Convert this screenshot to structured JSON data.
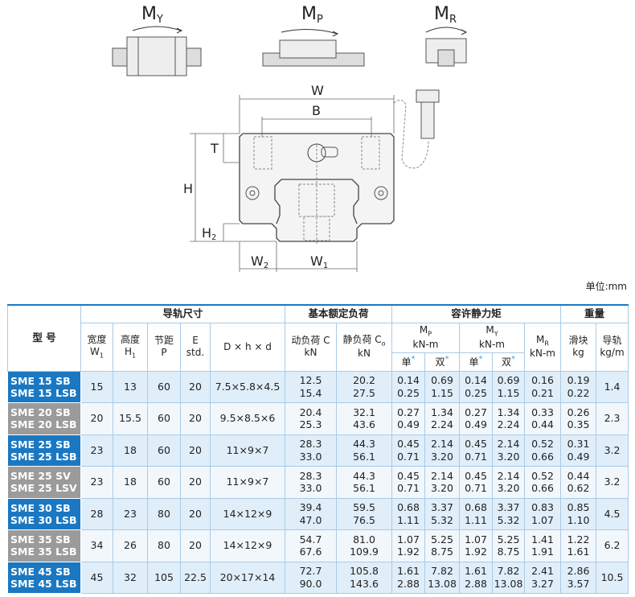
{
  "diagram": {
    "my": "M",
    "my_sub": "Y",
    "mp": "M",
    "mp_sub": "P",
    "mr": "M",
    "mr_sub": "R",
    "W": "W",
    "B": "B",
    "T": "T",
    "H": "H",
    "H2": "H",
    "H2_sub": "2",
    "W2": "W",
    "W2_sub": "2",
    "W1": "W",
    "W1_sub": "1"
  },
  "unit": "单位:mm",
  "header": {
    "model": "型 号",
    "rail_dims": "导轨尺寸",
    "basic_load": "基本额定负荷",
    "static_moment": "容许静力矩",
    "weight": "重量",
    "w1": "宽度",
    "w1_sym": "W",
    "w1_sub": "1",
    "h1": "高度",
    "h1_sym": "H",
    "h1_sub": "1",
    "pitch": "节距",
    "pitch_sym": "P",
    "e": "E",
    "e_std": "std.",
    "dhd": "D × h × d",
    "c": "动负荷 C",
    "c_unit": "kN",
    "c0": "静负荷 C",
    "c0_sub": "o",
    "c0_unit": "kN",
    "mp": "M",
    "mp_sub": "P",
    "mp_unit": "kN-m",
    "my": "M",
    "my_sub": "Y",
    "my_unit": "kN-m",
    "mr": "M",
    "mr_sub": "R",
    "mr_unit": "kN-m",
    "single": "单",
    "double": "双",
    "star": "*",
    "slider": "滑块",
    "slider_unit": "kg",
    "rail": "导轨",
    "rail_unit": "kg/m"
  },
  "rows": [
    {
      "style": "blue",
      "models": [
        "SME 15 SB",
        "SME 15 LSB"
      ],
      "w1": "15",
      "h1": "13",
      "p": "60",
      "e": "20",
      "dhd": "7.5×5.8×4.5",
      "c": [
        "12.5",
        "15.4"
      ],
      "c0": [
        "20.2",
        "27.5"
      ],
      "mp1": [
        "0.14",
        "0.25"
      ],
      "mp2": [
        "0.69",
        "1.15"
      ],
      "my1": [
        "0.14",
        "0.25"
      ],
      "my2": [
        "0.69",
        "1.15"
      ],
      "mr": [
        "0.16",
        "0.21"
      ],
      "block": [
        "0.19",
        "0.22"
      ],
      "rail": "1.4"
    },
    {
      "style": "gray",
      "models": [
        "SME 20 SB",
        "SME 20 LSB"
      ],
      "w1": "20",
      "h1": "15.5",
      "p": "60",
      "e": "20",
      "dhd": "9.5×8.5×6",
      "c": [
        "20.4",
        "25.3"
      ],
      "c0": [
        "32.1",
        "43.6"
      ],
      "mp1": [
        "0.27",
        "0.49"
      ],
      "mp2": [
        "1.34",
        "2.24"
      ],
      "my1": [
        "0.27",
        "0.49"
      ],
      "my2": [
        "1.34",
        "2.24"
      ],
      "mr": [
        "0.33",
        "0.44"
      ],
      "block": [
        "0.26",
        "0.35"
      ],
      "rail": "2.3"
    },
    {
      "style": "blue",
      "models": [
        "SME 25 SB",
        "SME 25 LSB"
      ],
      "w1": "23",
      "h1": "18",
      "p": "60",
      "e": "20",
      "dhd": "11×9×7",
      "c": [
        "28.3",
        "33.0"
      ],
      "c0": [
        "44.3",
        "56.1"
      ],
      "mp1": [
        "0.45",
        "0.71"
      ],
      "mp2": [
        "2.14",
        "3.20"
      ],
      "my1": [
        "0.45",
        "0.71"
      ],
      "my2": [
        "2.14",
        "3.20"
      ],
      "mr": [
        "0.52",
        "0.66"
      ],
      "block": [
        "0.31",
        "0.49"
      ],
      "rail": "3.2"
    },
    {
      "style": "gray",
      "models": [
        "SME 25 SV",
        "SME 25 LSV"
      ],
      "w1": "23",
      "h1": "18",
      "p": "60",
      "e": "20",
      "dhd": "11×9×7",
      "c": [
        "28.3",
        "33.0"
      ],
      "c0": [
        "44.3",
        "56.1"
      ],
      "mp1": [
        "0.45",
        "0.71"
      ],
      "mp2": [
        "2.14",
        "3.20"
      ],
      "my1": [
        "0.45",
        "0.71"
      ],
      "my2": [
        "2.14",
        "3.20"
      ],
      "mr": [
        "0.52",
        "0.66"
      ],
      "block": [
        "0.44",
        "0.62"
      ],
      "rail": "3.2"
    },
    {
      "style": "blue",
      "models": [
        "SME 30 SB",
        "SME 30 LSB"
      ],
      "w1": "28",
      "h1": "23",
      "p": "80",
      "e": "20",
      "dhd": "14×12×9",
      "c": [
        "39.4",
        "47.0"
      ],
      "c0": [
        "59.5",
        "76.5"
      ],
      "mp1": [
        "0.68",
        "1.11"
      ],
      "mp2": [
        "3.37",
        "5.32"
      ],
      "my1": [
        "0.68",
        "1.11"
      ],
      "my2": [
        "3.37",
        "5.32"
      ],
      "mr": [
        "0.83",
        "1.07"
      ],
      "block": [
        "0.85",
        "1.10"
      ],
      "rail": "4.5"
    },
    {
      "style": "gray",
      "models": [
        "SME 35 SB",
        "SME 35 LSB"
      ],
      "w1": "34",
      "h1": "26",
      "p": "80",
      "e": "20",
      "dhd": "14×12×9",
      "c": [
        "54.7",
        "67.6"
      ],
      "c0": [
        "81.0",
        "109.9"
      ],
      "mp1": [
        "1.07",
        "1.92"
      ],
      "mp2": [
        "5.25",
        "8.75"
      ],
      "my1": [
        "1.07",
        "1.92"
      ],
      "my2": [
        "5.25",
        "8.75"
      ],
      "mr": [
        "1.41",
        "1.91"
      ],
      "block": [
        "1.22",
        "1.61"
      ],
      "rail": "6.2"
    },
    {
      "style": "blue",
      "models": [
        "SME 45 SB",
        "SME 45 LSB"
      ],
      "w1": "45",
      "h1": "32",
      "p": "105",
      "e": "22.5",
      "dhd": "20×17×14",
      "c": [
        "72.7",
        "90.0"
      ],
      "c0": [
        "105.8",
        "143.6"
      ],
      "mp1": [
        "1.61",
        "2.88"
      ],
      "mp2": [
        "7.82",
        "13.08"
      ],
      "my1": [
        "1.61",
        "2.88"
      ],
      "my2": [
        "7.82",
        "13.08"
      ],
      "mr": [
        "2.41",
        "3.27"
      ],
      "block": [
        "2.86",
        "3.57"
      ],
      "rail": "10.5"
    }
  ]
}
